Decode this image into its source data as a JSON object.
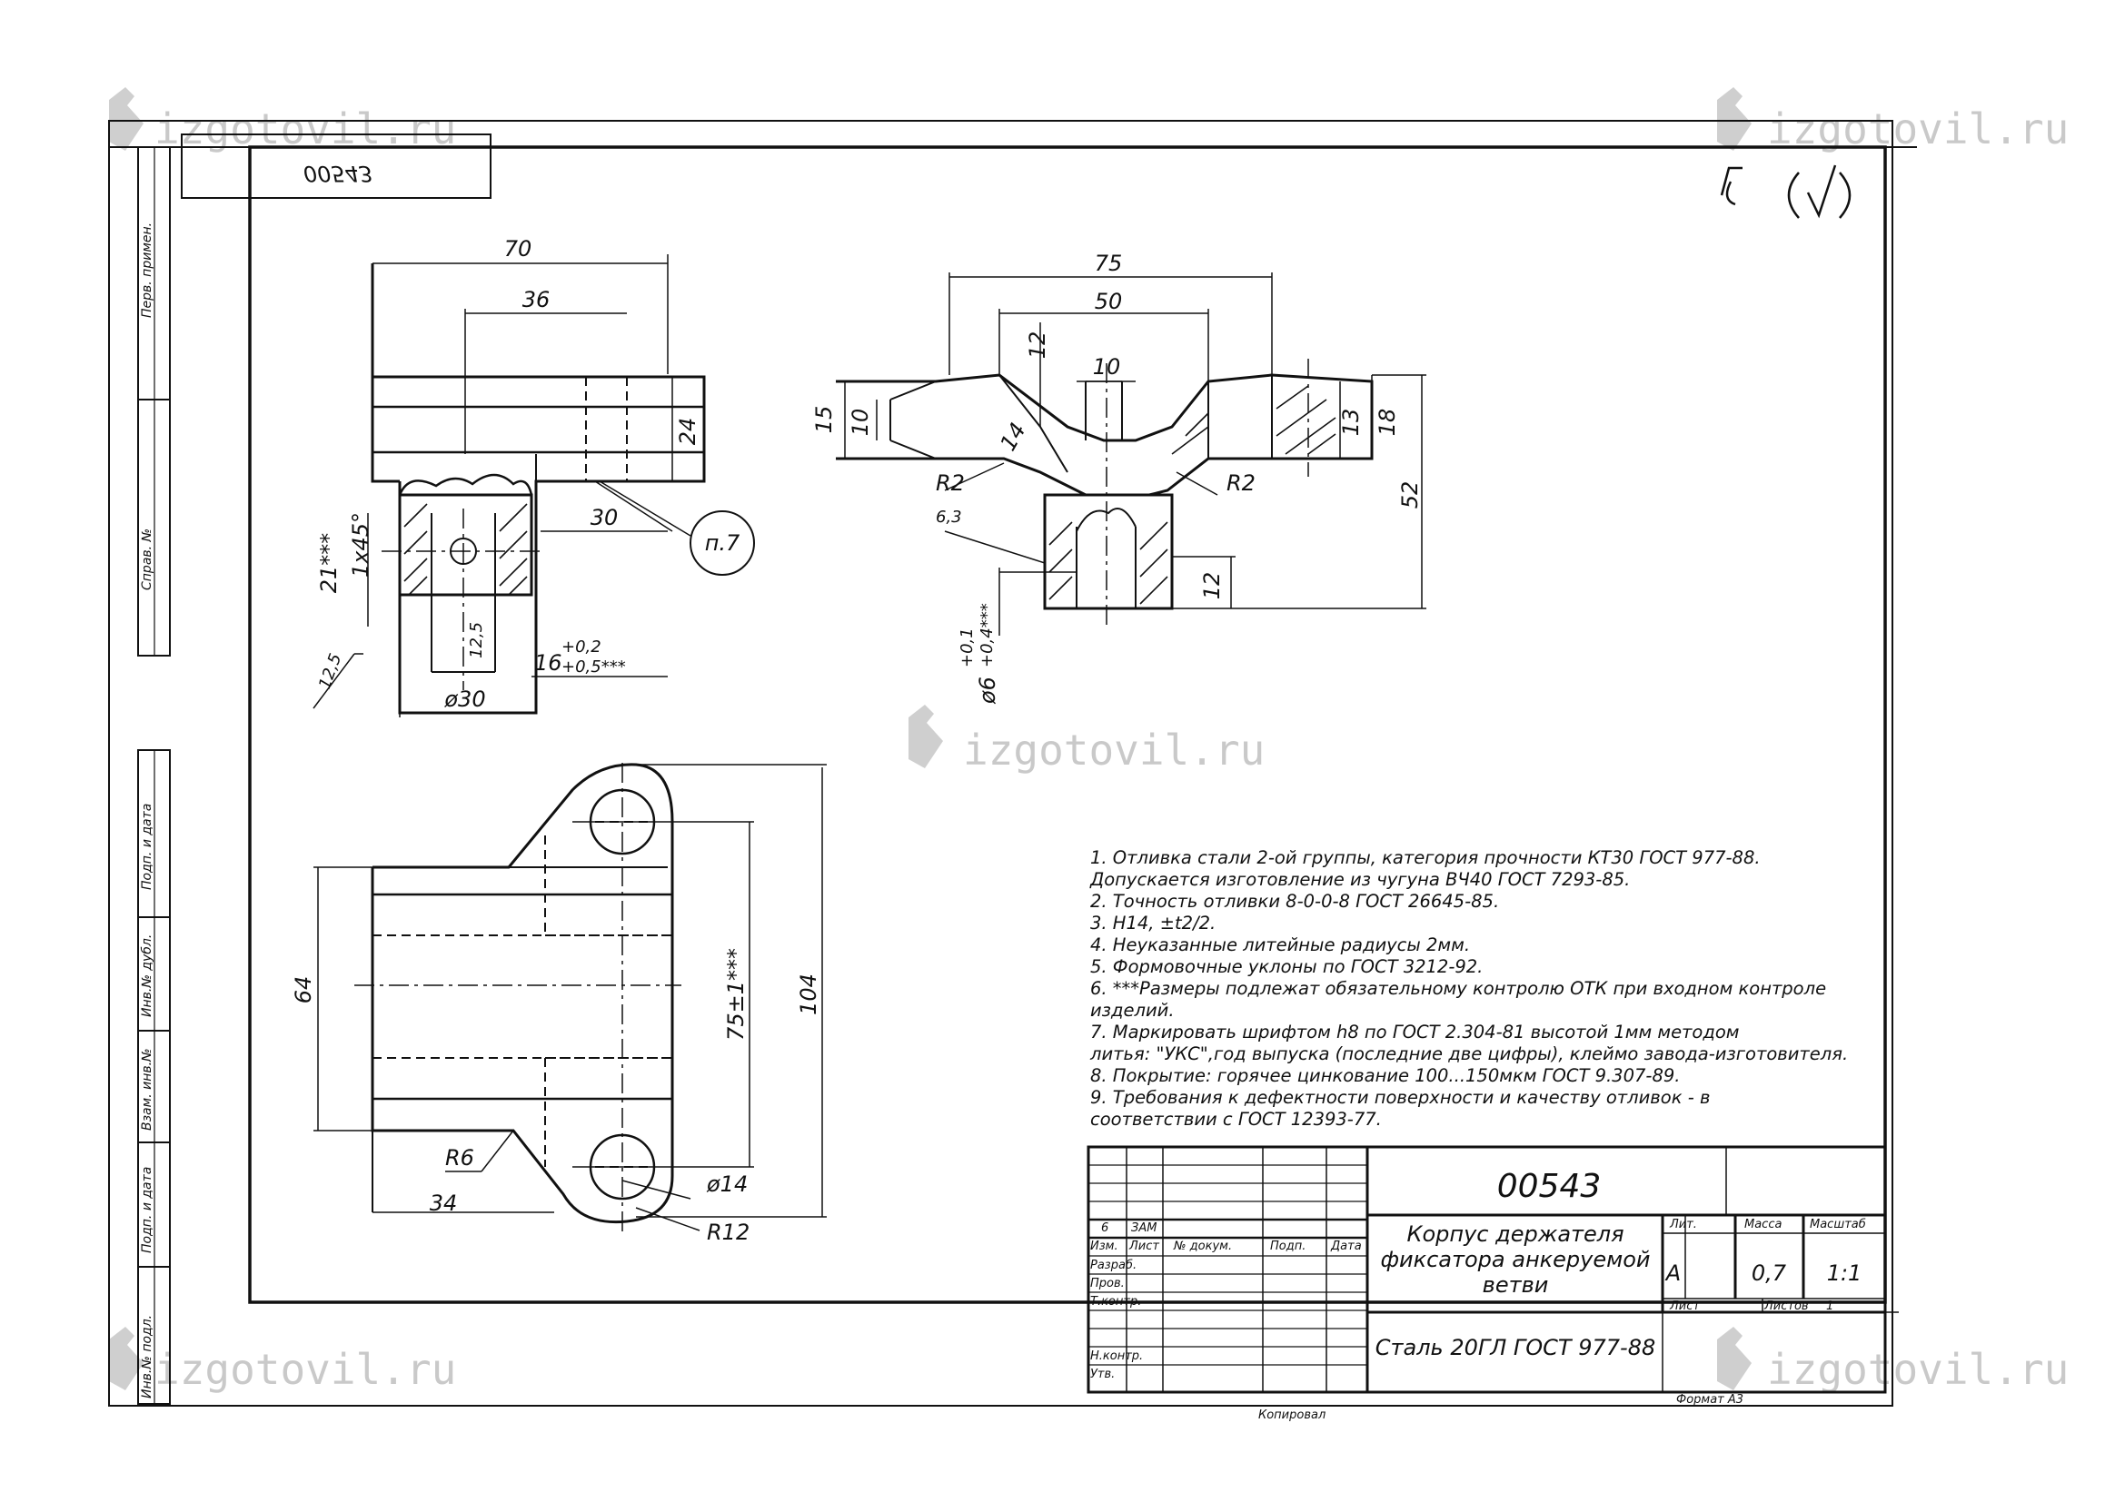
{
  "watermark": {
    "text": "izgotovil.ru"
  },
  "drawing_number": "00543",
  "drawing_number_mirrored": "00543",
  "corner_roughness": "√(✓)",
  "views": {
    "top_left": {
      "dims": {
        "d70": "70",
        "d36": "36",
        "d24": "24",
        "d30": "30",
        "d1x45": "1x45°",
        "d21": "21***",
        "r125a": "12,5",
        "r125b": "12,5",
        "d16": "16+0,2+0,5***",
        "d16_main": "16",
        "d16_tol_top": "+0,2",
        "d16_tol_bot": "+0,5***",
        "d30dia": "ø30",
        "callout": "п.7"
      }
    },
    "top_right": {
      "dims": {
        "d75": "75",
        "d50": "50",
        "d12a": "12",
        "d10": "10",
        "d15": "15",
        "d10b": "10",
        "d14": "14",
        "d13": "13",
        "d18": "18",
        "d52": "52",
        "r2a": "R2",
        "r2b": "R2",
        "d63": "6,3",
        "d12b": "12",
        "d6_main": "ø6",
        "d6_tol_top": "+0,1",
        "d6_tol_bot": "+0,4***"
      }
    },
    "bottom": {
      "dims": {
        "d64": "64",
        "d104": "104",
        "d75": "75±1***",
        "r6": "R6",
        "d34": "34",
        "d14dia": "ø14",
        "r12": "R12"
      }
    }
  },
  "notes": [
    "1.  Отливка стали  2-ой группы, категория прочности КТ30 ГОСТ 977-88.",
    "     Допускается изготовление из чугуна ВЧ40 ГОСТ 7293-85.",
    "2.  Точность отливки 8-0-0-8 ГОСТ 26645-85.",
    "3.  Н14,  ±t2/2.",
    "4.  Неуказанные литейные радиусы 2мм.",
    "5.  Формовочные уклоны по ГОСТ 3212-92.",
    "6.  ***Размеры подлежат обязательному контролю ОТК при входном контроле",
    "изделий.",
    "7.  Маркировать шрифтом h8 по ГОСТ 2.304-81 высотой 1мм методом",
    "литья: \"УКС\",год выпуска (последние две цифры), клеймо завода-изготовителя.",
    "8.  Покрытие: горячее цинкование 100...150мкм ГОСТ 9.307-89.",
    "9.  Требования к дефектности поверхности и качеству отливок - в",
    "соответствии с ГОСТ 12393-77."
  ],
  "title_block": {
    "doc_number": "00543",
    "name_line1": "Корпус держателя",
    "name_line2": "фиксатора анкеруемой",
    "name_line3": "ветви",
    "material": "Сталь 20ГЛ ГОСТ 977-88",
    "hdr_lit": "Лит.",
    "hdr_mass": "Масса",
    "hdr_scale": "Масштаб",
    "lit": "А",
    "mass": "0,7",
    "scale": "1:1",
    "sheet_label": "Лист",
    "sheets_label": "Листов",
    "sheets_value": "1",
    "rev_no": "6",
    "rev_code": "ЗАМ",
    "col_izm": "Изм.",
    "col_list": "Лист",
    "col_doc": "№ докум.",
    "col_sign": "Подп.",
    "col_date": "Дата",
    "role_razrab": "Разраб.",
    "role_prov": "Пров.",
    "role_tkontr": "Т.контр.",
    "role_nkontr": "Н.контр.",
    "role_utv": "Утв."
  },
  "bottom_left_label": "Копировал",
  "bottom_right_label": "Формат А3",
  "side_stamps": [
    "Перв. примен.",
    "Справ. №",
    "Подп. и дата",
    "Инв.№ дубл.",
    "Взам. инв.№",
    "Подп. и дата",
    "Инв.№ подл."
  ]
}
